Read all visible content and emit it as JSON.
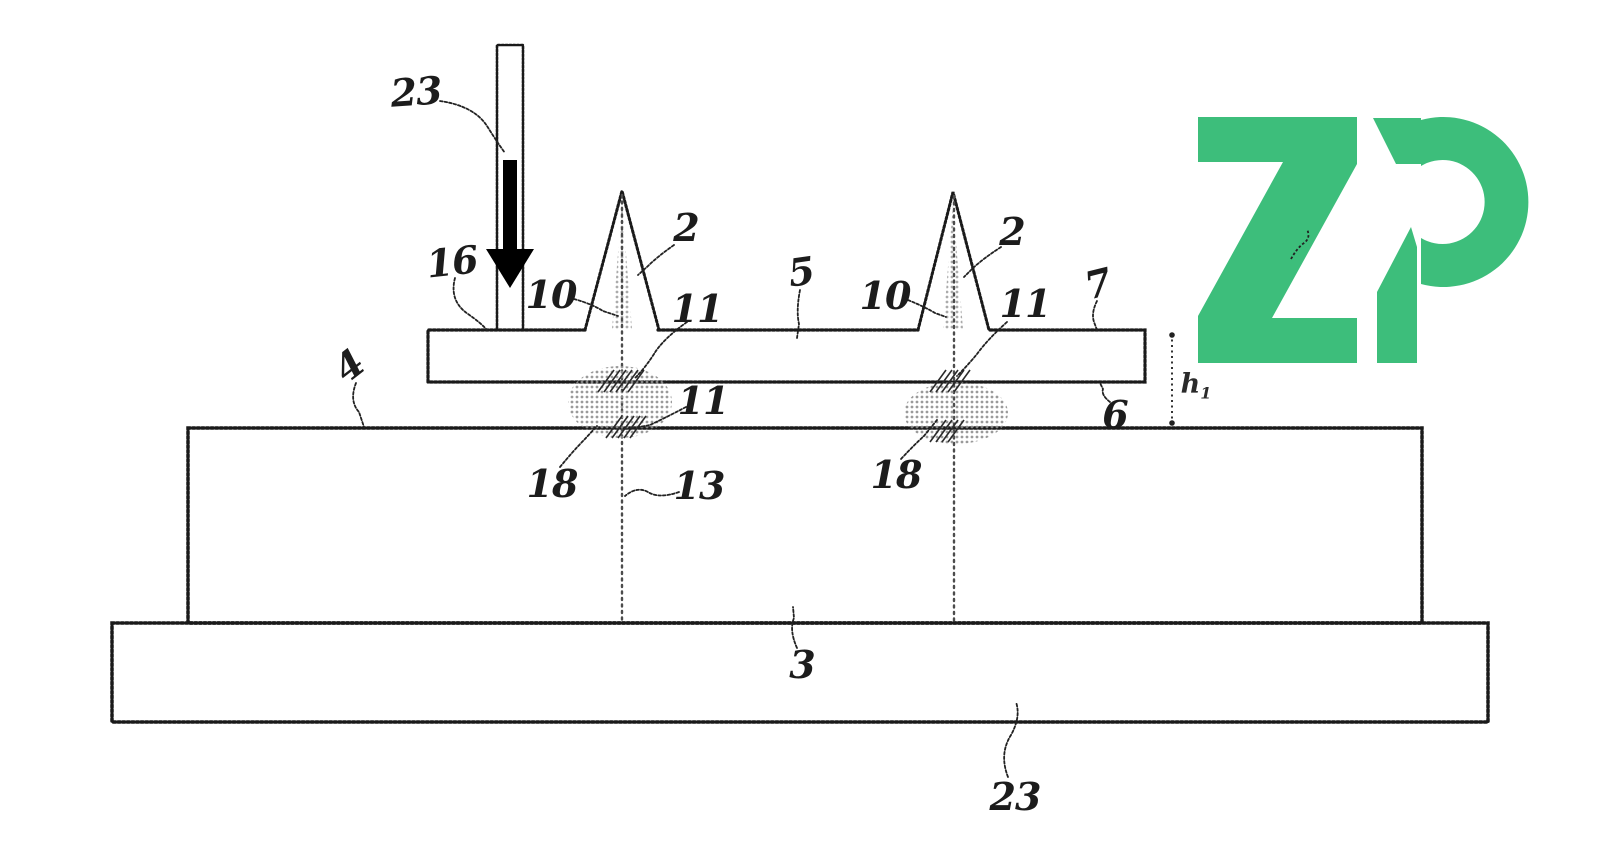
{
  "figure": {
    "kind": "patent-cross-section-diagram",
    "reference_labels": {
      "ref_23_top": "23",
      "ref_16": "16",
      "ref_10_left": "10",
      "ref_2_left": "2",
      "ref_11_left_upper": "11",
      "ref_5": "5",
      "ref_10_right": "10",
      "ref_2_right": "2",
      "ref_11_right": "11",
      "ref_7": "7",
      "ref_6": "6",
      "ref_4": "4",
      "ref_11_left_lower": "11",
      "ref_18_left": "18",
      "ref_13": "13",
      "ref_18_right": "18",
      "ref_3": "3",
      "ref_23_bottom": "23"
    },
    "dimension_label": {
      "base": "h",
      "sub": "1"
    },
    "logo": {
      "text": "ZP",
      "color": "#3dbe7b"
    },
    "ink_color": "#1a1a1a"
  }
}
